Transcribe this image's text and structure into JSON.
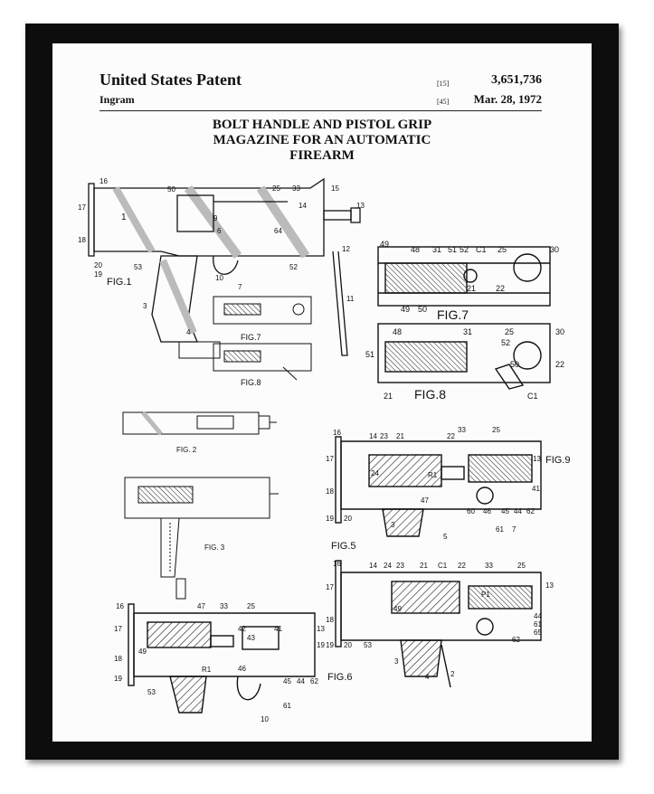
{
  "header": {
    "title": "United States Patent",
    "inventor": "Ingram",
    "number_code": "[15]",
    "patent_number": "3,651,736",
    "date_code": "[45]",
    "date": "Mar. 28, 1972"
  },
  "invention_title": {
    "line1": "BOLT HANDLE AND PISTOL GRIP",
    "line2": "MAGAZINE FOR AN AUTOMATIC",
    "line3": "FIREARM"
  },
  "figures": {
    "fig1": "FIG.1",
    "fig2": "FIG. 2",
    "fig3": "FIG. 3",
    "fig5": "FIG.5",
    "fig6": "FIG.6",
    "fig7_small": "FIG.7",
    "fig8_small": "FIG.8",
    "fig7_large": "FIG.7",
    "fig8_large": "FIG.8",
    "fig9": "FIG.9"
  },
  "ref_numerals": {
    "n16": "16",
    "n17": "17",
    "n18": "18",
    "n19": "19",
    "n20": "20",
    "n1": "1",
    "n50": "50",
    "n25": "25",
    "n33": "33",
    "n15": "15",
    "n13": "13",
    "n14": "14",
    "n9": "9",
    "n6": "6",
    "n64": "64",
    "n12": "12",
    "n53": "53",
    "n52": "52",
    "n10": "10",
    "n7": "7",
    "n3": "3",
    "n4": "4",
    "n11": "11",
    "n2": "2",
    "n48": "48",
    "n31": "31",
    "n51": "51",
    "n21": "21",
    "n22": "22",
    "n30": "30",
    "n49": "49",
    "nC1": "C1",
    "n23": "23",
    "n24": "24",
    "n41": "41",
    "n47": "47",
    "n42": "42",
    "n43": "43",
    "n46": "46",
    "n45": "45",
    "n44": "44",
    "n62": "62",
    "n61": "61",
    "nR1": "R1",
    "nP1": "P1",
    "n5": "5",
    "n60": "60",
    "n65": "65"
  }
}
